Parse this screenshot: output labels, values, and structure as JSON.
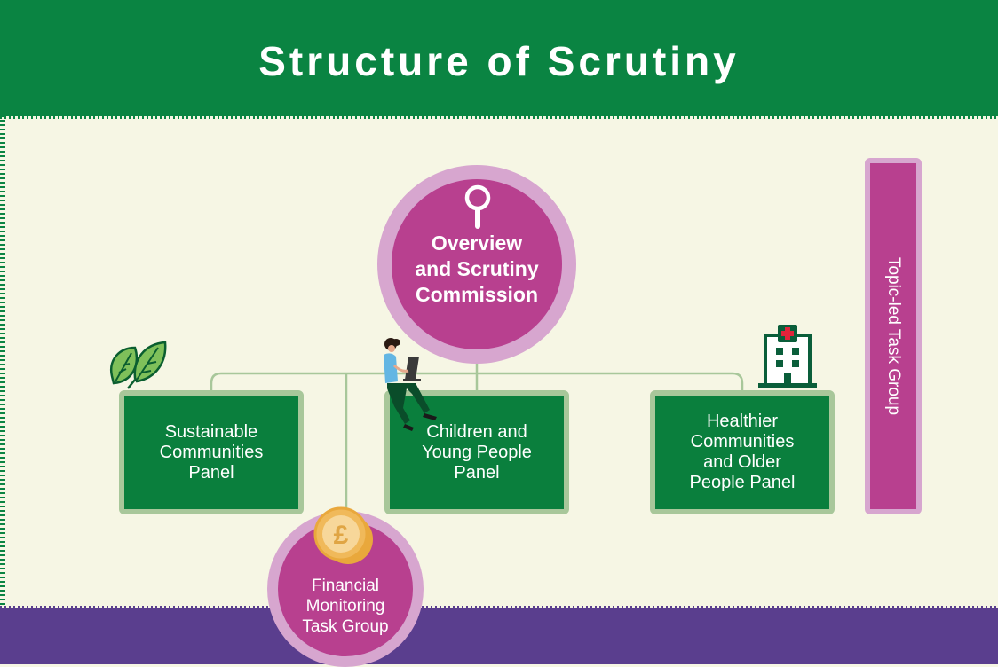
{
  "title": "Structure of Scrutiny",
  "commission": {
    "title": "Overview\nand Scrutiny\nCommission",
    "icon": "magnifier-icon"
  },
  "panels": [
    {
      "label": "Sustainable\nCommunities\nPanel",
      "icon": "leaves-icon"
    },
    {
      "label": "Children and\nYoung People\nPanel",
      "icon": "person-laptop-icon"
    },
    {
      "label": "Healthier\nCommunities\nand Older\nPeople Panel",
      "icon": "hospital-icon"
    }
  ],
  "financial": {
    "title": "Financial\nMonitoring\nTask Group",
    "icon": "pound-coins-icon"
  },
  "topic": {
    "label": "Topic-led Task Group"
  },
  "colors": {
    "header_green": "#0a8442",
    "panel_green": "#0a7f3d",
    "panel_border": "#a8c79a",
    "magenta": "#b8408f",
    "magenta_ring": "#d7a6cf",
    "footer_purple": "#5a3e8e",
    "background": "#f6f6e4"
  }
}
